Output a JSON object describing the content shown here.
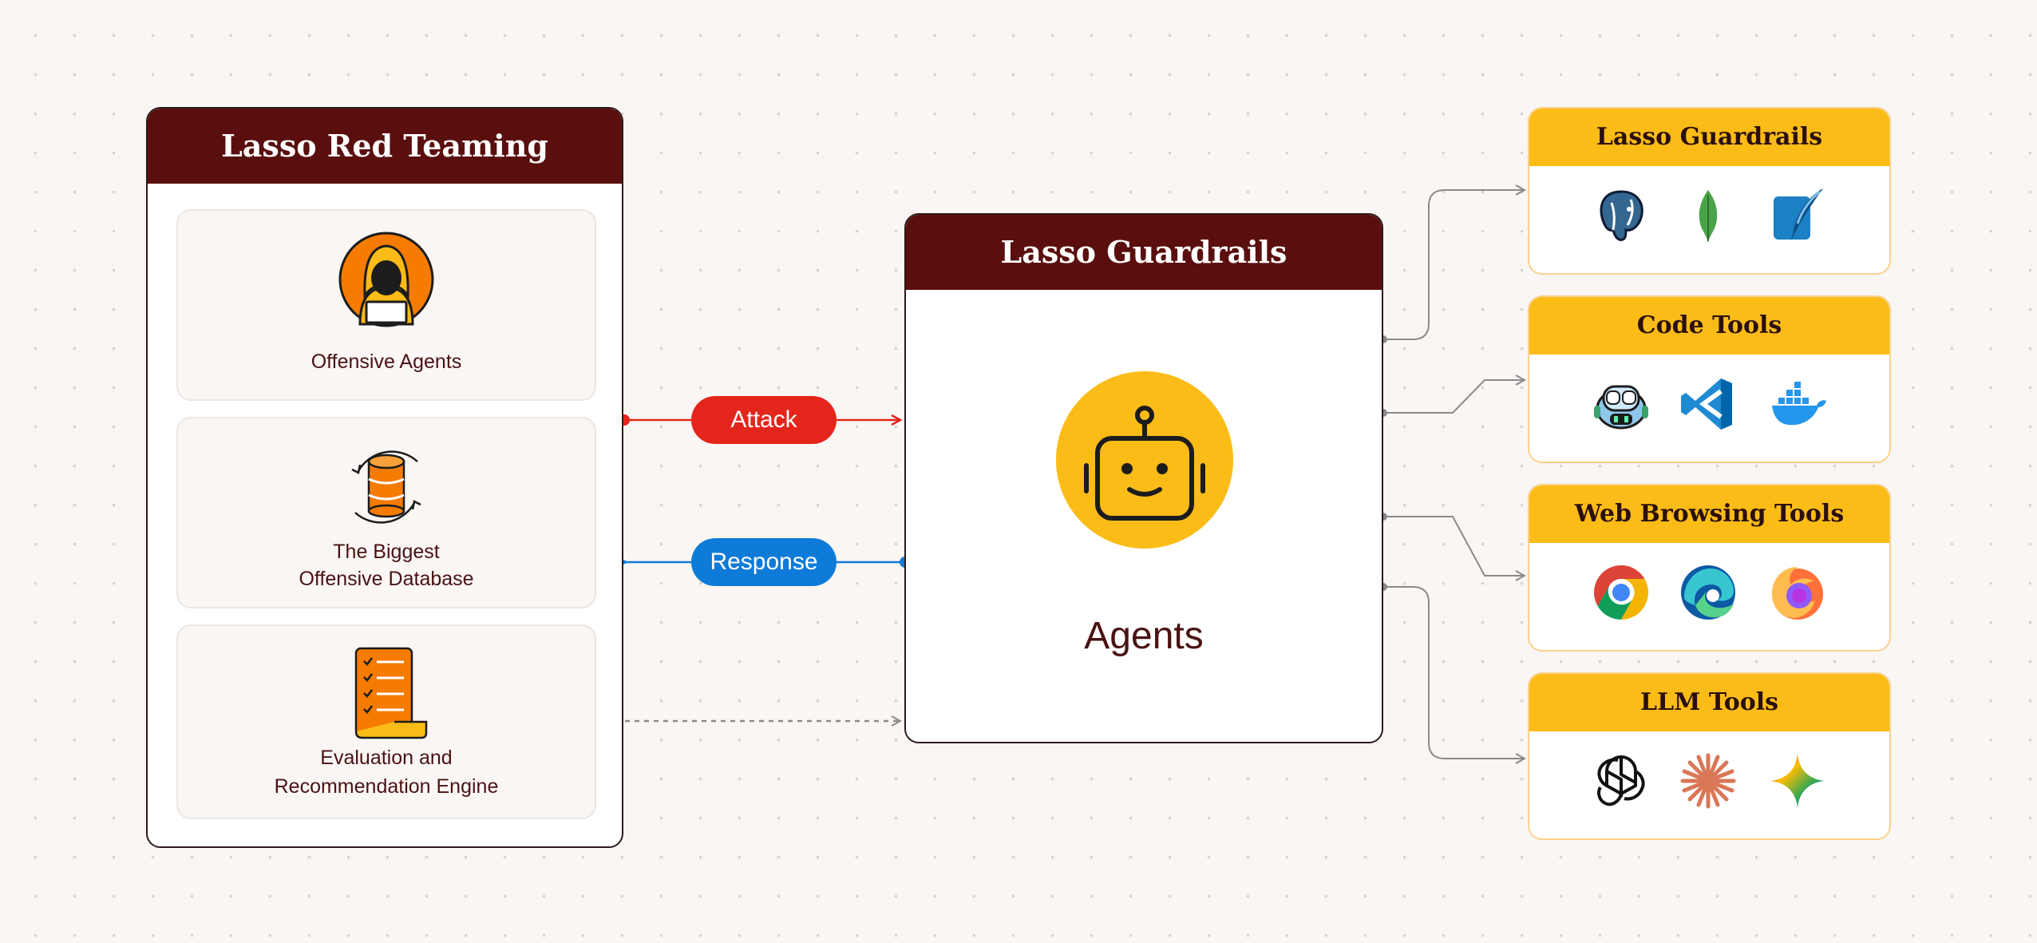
{
  "left_panel": {
    "title": "Lasso Red Teaming",
    "cards": [
      {
        "label": "Offensive Agents",
        "icon": "hacker-icon"
      },
      {
        "label_line1": "The Biggest",
        "label_line2": "Offensive Database",
        "icon": "database-cycle-icon"
      },
      {
        "label_line1": "Evaluation and",
        "label_line2": "Recommendation Engine",
        "icon": "checklist-scroll-icon"
      }
    ]
  },
  "connectors": {
    "attack_label": "Attack",
    "response_label": "Response",
    "attack_color": "#e4251b",
    "response_color": "#0f7bd8"
  },
  "center_panel": {
    "title": "Lasso Guardrails",
    "label": "Agents",
    "icon": "robot-icon"
  },
  "tools": [
    {
      "title": "Lasso Guardrails",
      "icons": [
        "postgresql-icon",
        "mongodb-icon",
        "sqlite-icon"
      ]
    },
    {
      "title": "Code Tools",
      "icons": [
        "copilot-icon",
        "vscode-icon",
        "docker-icon"
      ]
    },
    {
      "title": "Web Browsing Tools",
      "icons": [
        "chrome-icon",
        "edge-icon",
        "firefox-icon"
      ]
    },
    {
      "title": "LLM Tools",
      "icons": [
        "openai-icon",
        "claude-icon",
        "gemini-icon"
      ]
    }
  ],
  "colors": {
    "header_dark": "#5a0f0e",
    "accent_yellow": "#fbbc17",
    "accent_orange": "#f57c00"
  }
}
